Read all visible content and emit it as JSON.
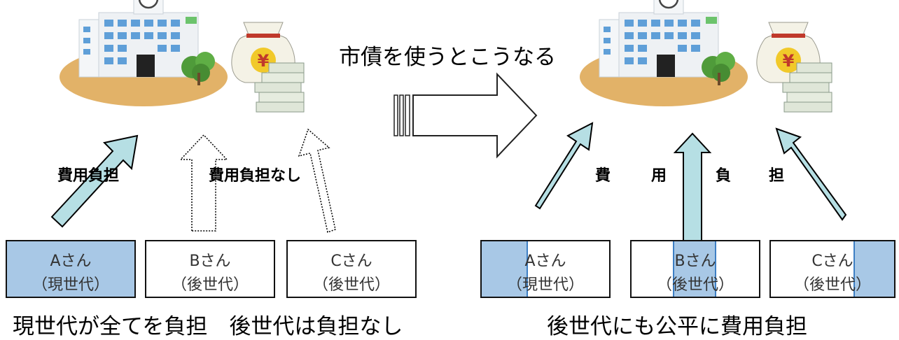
{
  "title": "市債を使うとこうなる",
  "left": {
    "cost_label": "費用負担",
    "no_cost_label": "費用負担なし",
    "boxes": [
      {
        "name": "Aさん",
        "gen": "（現世代）"
      },
      {
        "name": "Bさん",
        "gen": "（後世代）"
      },
      {
        "name": "Cさん",
        "gen": "（後世代）"
      }
    ],
    "caption": "現世代が全てを負担　後世代は負担なし"
  },
  "right": {
    "cost_chars": [
      "費",
      "用",
      "負",
      "担"
    ],
    "boxes": [
      {
        "name": "Aさん",
        "gen": "（現世代）"
      },
      {
        "name": "Bさん",
        "gen": "（後世代）"
      },
      {
        "name": "Cさん",
        "gen": "（後世代）"
      }
    ],
    "caption": "後世代にも公平に費用負担"
  },
  "icons": {
    "money_symbol": "¥",
    "names": [
      "school-building-icon",
      "money-bag-icon",
      "banknote-stack-icon",
      "big-right-arrow-icon",
      "payment-arrow-icon"
    ]
  },
  "colors": {
    "arrow_fill": "#b6dfe4",
    "shade_fill": "#a8c8e6",
    "shade_edge": "#3d7fc4",
    "ground": "#e2b268",
    "money_bag": "#f4f2e6",
    "yen_yellow": "#f1c92a"
  }
}
